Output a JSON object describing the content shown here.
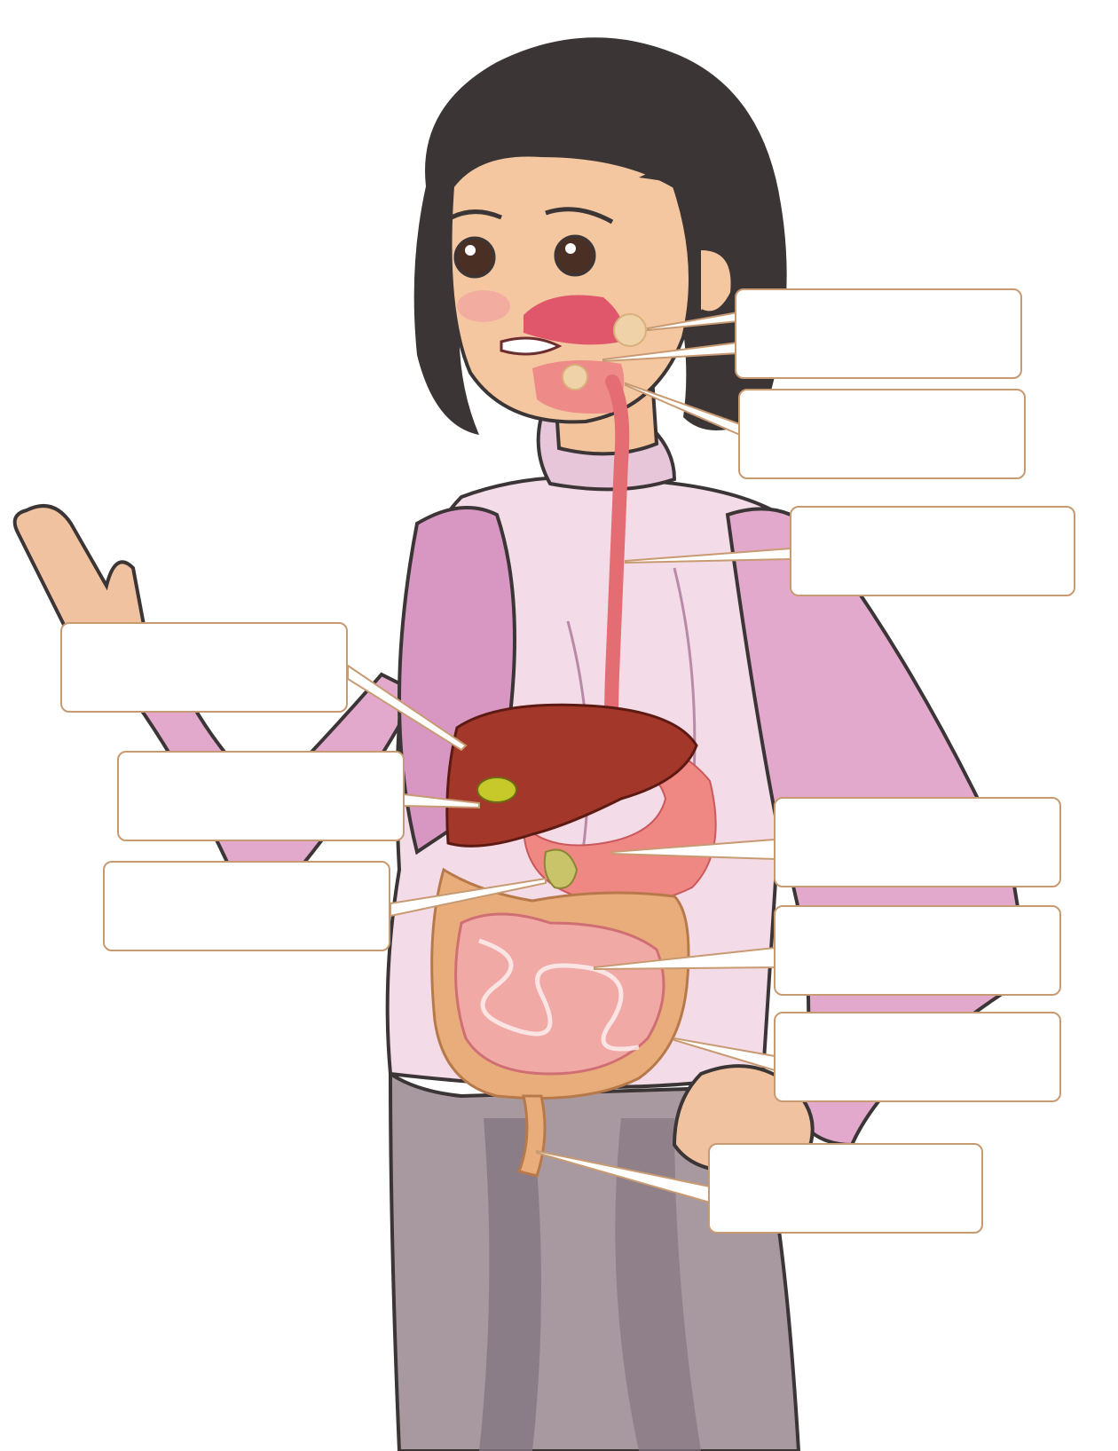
{
  "diagram": {
    "labels": [
      {
        "id": "label-mouth-1",
        "text": ""
      },
      {
        "id": "label-throat",
        "text": ""
      },
      {
        "id": "label-esophagus",
        "text": ""
      },
      {
        "id": "label-liver",
        "text": ""
      },
      {
        "id": "label-gallbladder",
        "text": ""
      },
      {
        "id": "label-pancreas",
        "text": ""
      },
      {
        "id": "label-stomach",
        "text": ""
      },
      {
        "id": "label-small-intestine",
        "text": ""
      },
      {
        "id": "label-large-intestine",
        "text": ""
      },
      {
        "id": "label-rectum",
        "text": ""
      }
    ]
  },
  "colors": {
    "box_border": "#c89a72",
    "hair": "#3b3536",
    "skin": "#f5c7a0",
    "sweater": "#f3dbe8",
    "sleeve": "#d88fbf",
    "pants": "#9a8c98",
    "liver": "#8e2b1f",
    "stomach": "#ec7f78",
    "intestine": "#f1a9a6",
    "colon": "#e9ad7c",
    "esophagus": "#e36d73"
  }
}
